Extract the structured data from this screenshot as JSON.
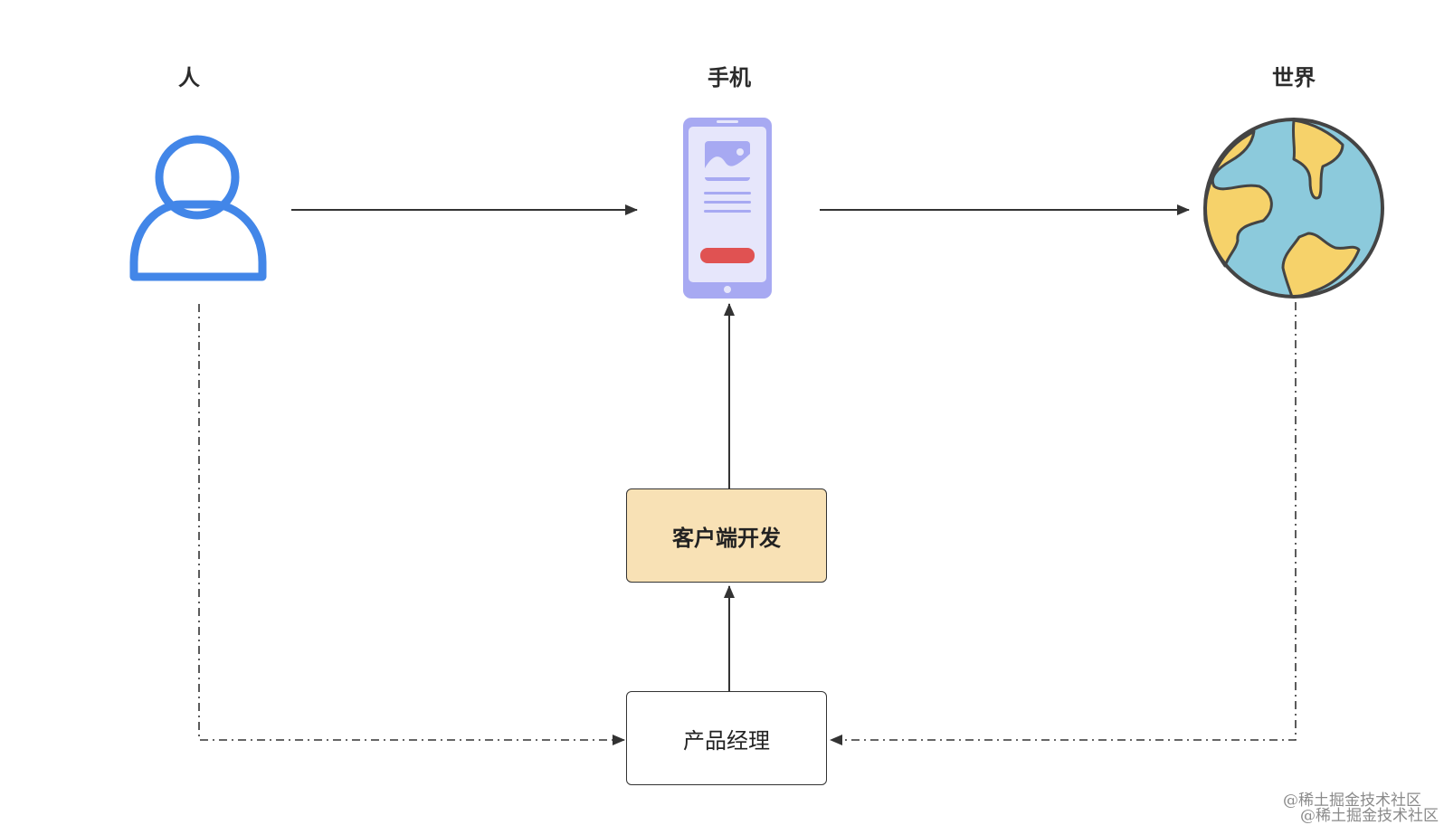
{
  "nodes": {
    "person": {
      "label": "人"
    },
    "phone": {
      "label": "手机"
    },
    "world": {
      "label": "世界"
    },
    "client_dev": {
      "label": "客户端开发"
    },
    "product_manager": {
      "label": "产品经理"
    }
  },
  "icons": {
    "person": "person-icon",
    "phone": "smartphone-icon",
    "world": "globe-icon"
  },
  "colors": {
    "person_icon": "#4286e8",
    "phone_body": "#a7a9f2",
    "phone_button": "#e05252",
    "globe_ocean": "#8ccadc",
    "globe_land": "#f6d26a",
    "client_box": "#f8e1b5",
    "stroke": "#333333"
  },
  "watermark": {
    "line1": "@稀土掘金技术社区",
    "line2": "@稀土掘金技术社区"
  }
}
